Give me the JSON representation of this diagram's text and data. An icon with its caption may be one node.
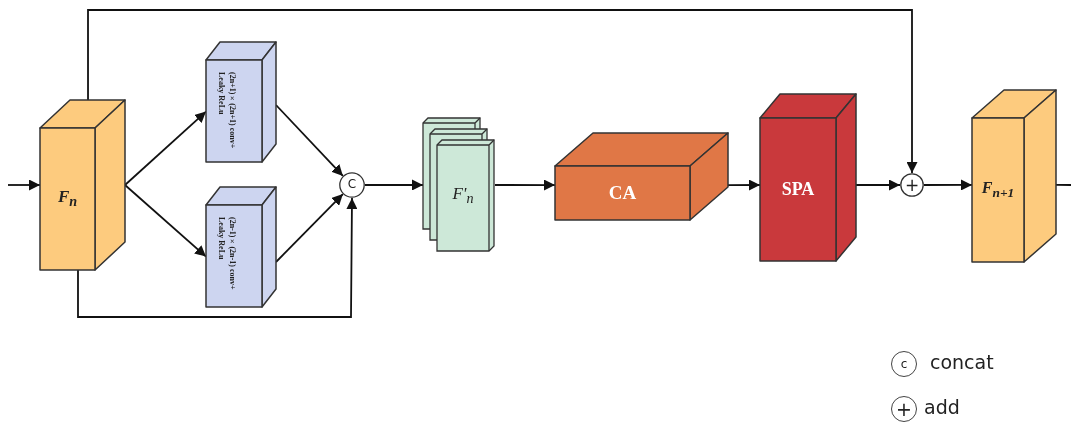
{
  "diagram": {
    "nodes": [
      {
        "text": [
          "F$_{n}$"
        ]
      },
      {
        "text": [
          "(2n+1)×(2n+1) conv+ Leaky ReLu"
        ]
      },
      {
        "text": [
          "(2n-1)×(2n-1) conv+ Leaky ReLu"
        ]
      },
      {
        "text": [
          "C"
        ]
      },
      {
        "text": [
          "F'$_{n}$"
        ]
      },
      {
        "text": [
          "CA"
        ]
      },
      {
        "text": [
          "SPA"
        ]
      },
      {
        "text": [
          "+"
        ]
      },
      {
        "text": [
          "F$_{n+1}$"
        ]
      }
    ],
    "edges": [
      {
        "from": null,
        "to": 0,
        "arrow": "to"
      },
      {
        "from": 0,
        "to": 1,
        "arrow": "to"
      },
      {
        "from": 0,
        "to": 2,
        "arrow": "to"
      },
      {
        "from": 1,
        "to": 3,
        "arrow": "to"
      },
      {
        "from": 2,
        "to": 3,
        "arrow": "to"
      },
      {
        "from": 0,
        "to": 3,
        "arrow": "to"
      },
      {
        "from": 3,
        "to": 4,
        "arrow": "to"
      },
      {
        "from": 4,
        "to": 5,
        "arrow": "to"
      },
      {
        "from": 5,
        "to": 6,
        "arrow": "to"
      },
      {
        "from": 6,
        "to": 7,
        "arrow": "to"
      },
      {
        "from": 0,
        "to": 7,
        "arrow": "to"
      },
      {
        "from": 7,
        "to": 8,
        "arrow": "to"
      },
      {
        "from": 8,
        "to": null,
        "arrow": "none"
      }
    ],
    "labels": [
      "c",
      "+"
    ],
    "legend": [
      {
        "text": "concat"
      },
      {
        "text": "add"
      }
    ]
  }
}
